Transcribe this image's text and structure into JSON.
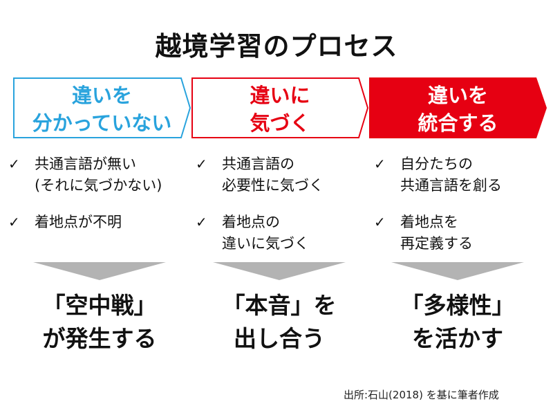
{
  "title": "越境学習のプロセス",
  "colors": {
    "blue": "#29a3dd",
    "red": "#e60012",
    "gray": "#b3b3b3",
    "white": "#ffffff"
  },
  "stages": [
    {
      "line1": "違いを",
      "line2": "分かっていない",
      "style": "blue-outline"
    },
    {
      "line1": "違いに",
      "line2": "気づく",
      "style": "red-outline"
    },
    {
      "line1": "違いを",
      "line2": "統合する",
      "style": "red-filled"
    }
  ],
  "check_icon": "✓",
  "bullets": [
    [
      {
        "line1": "共通言語が無い",
        "line2": "(それに気づかない)"
      },
      {
        "line1": "着地点が不明",
        "line2": ""
      }
    ],
    [
      {
        "line1": "共通言語の",
        "line2": "必要性に気づく"
      },
      {
        "line1": "着地点の",
        "line2": "違いに気づく"
      }
    ],
    [
      {
        "line1": "自分たちの",
        "line2": "共通言語を創る"
      },
      {
        "line1": "着地点を",
        "line2": "再定義する"
      }
    ]
  ],
  "outcomes": [
    {
      "line1": "「空中戦」",
      "line2": "が発生する"
    },
    {
      "line1": "「本音」を",
      "line2": "出し合う"
    },
    {
      "line1": "「多様性」",
      "line2": "を活かす"
    }
  ],
  "source": "出所:石山(2018) を基に筆者作成"
}
